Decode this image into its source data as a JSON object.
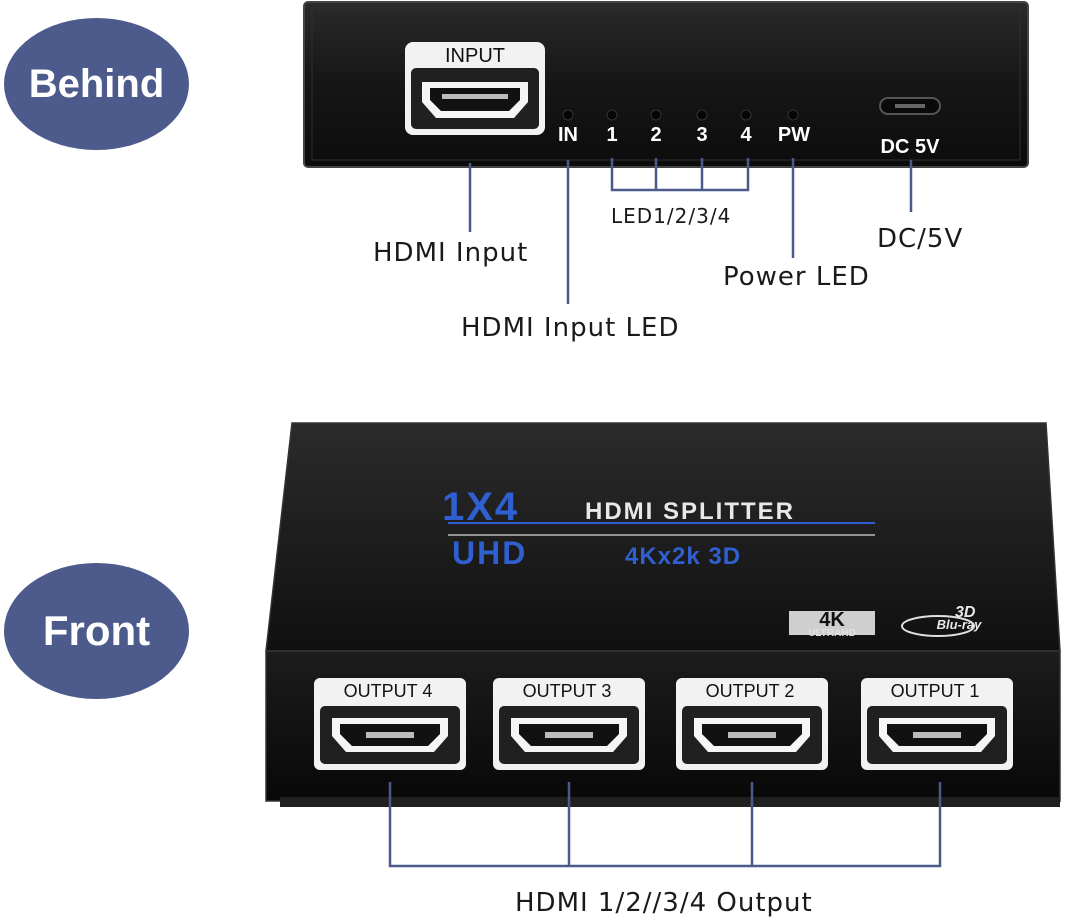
{
  "behind": {
    "badge": "Behind",
    "input_tag": "INPUT",
    "led_labels": [
      "IN",
      "1",
      "2",
      "3",
      "4",
      "PW"
    ],
    "dc_tag": "DC 5V",
    "callouts": {
      "hdmi_input": "HDMI Input",
      "hdmi_input_led": "HDMI Input LED",
      "led_group": "LED1/2/3/4",
      "power_led": "Power LED",
      "dc": "DC/5V"
    }
  },
  "front": {
    "badge": "Front",
    "title_main": "1X4",
    "title_sub": "HDMI SPLITTER",
    "subtitle": "UHD",
    "subtitle_res": "4Kx2k 3D",
    "badge_4k": "4K",
    "badge_4k_sub": "ULTRAHD",
    "badge_3d": "3D",
    "badge_bluray": "Blu-ray",
    "outputs": [
      "OUTPUT 4",
      "OUTPUT 3",
      "OUTPUT 2",
      "OUTPUT 1"
    ],
    "callout_outputs": "HDMI 1/2//3/4 Output"
  },
  "colors": {
    "badge": "#4c5a8c",
    "device": "#151515",
    "accent_blue": "#2f5fd0",
    "line": "#4a5a8a"
  }
}
